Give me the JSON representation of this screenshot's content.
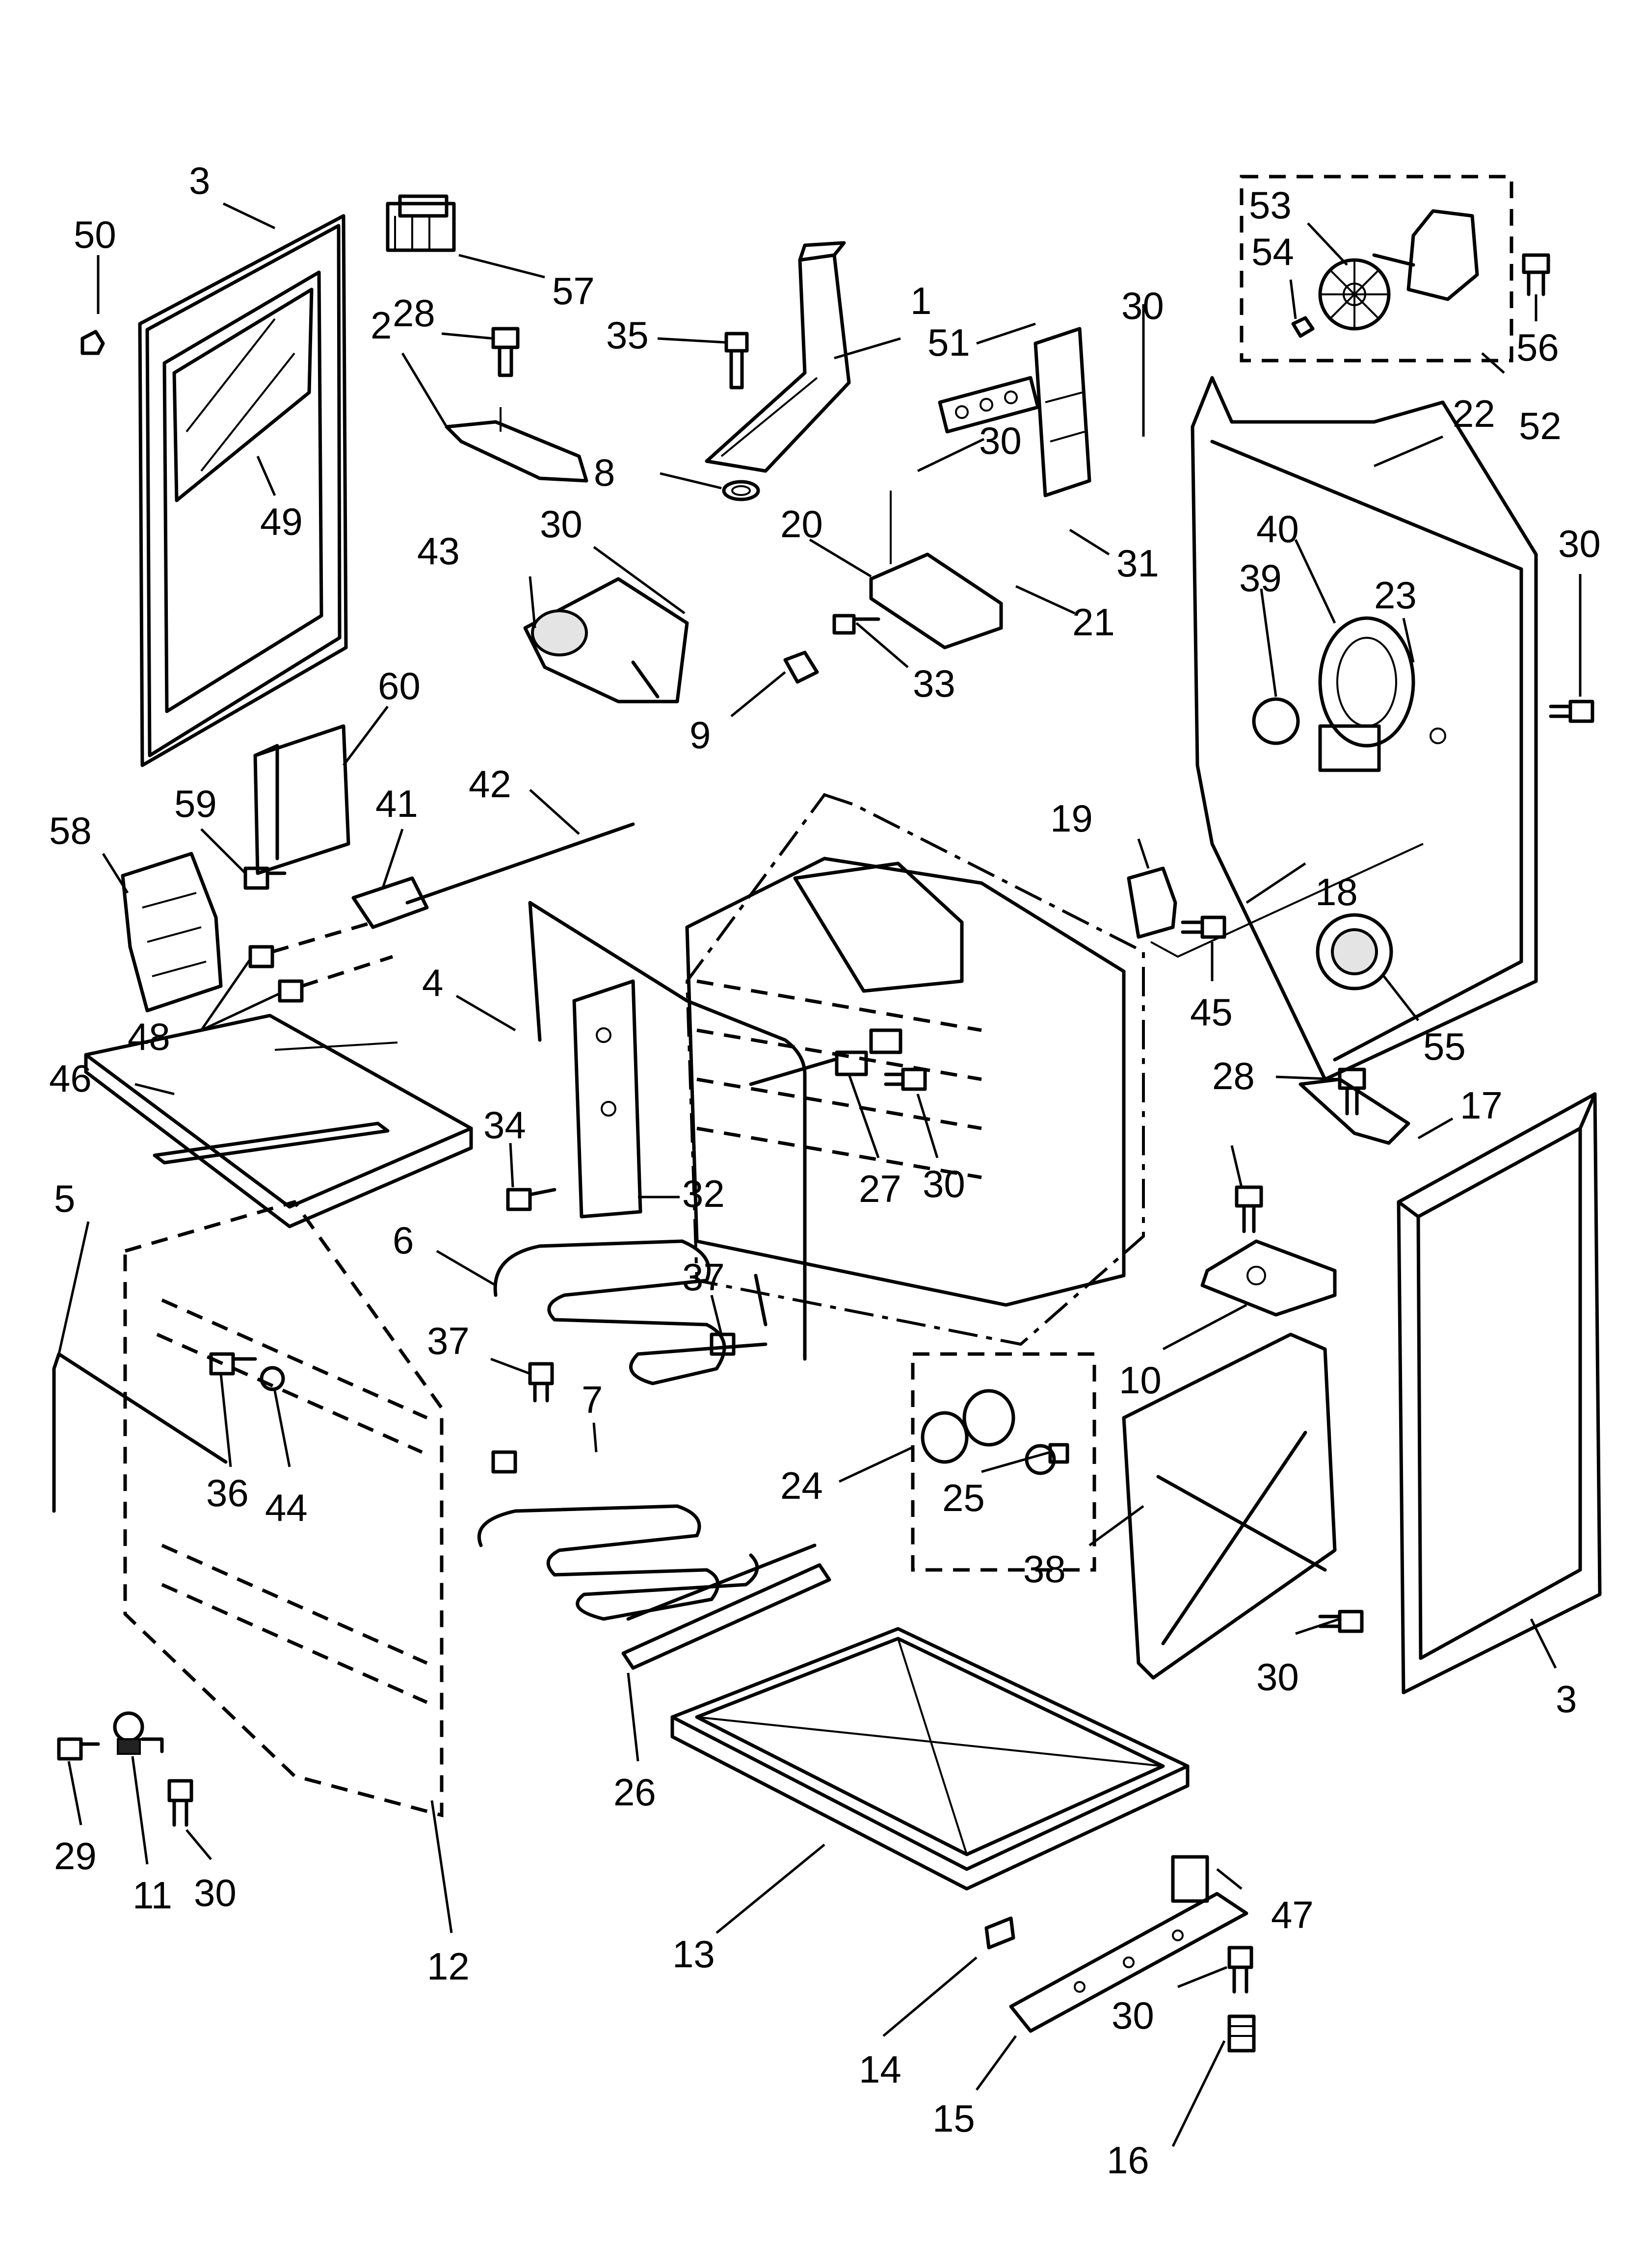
{
  "diagram": {
    "type": "exploded-parts-diagram",
    "colors": {
      "line": "#000000",
      "background": "#ffffff"
    },
    "callouts": [
      {
        "id": "c50a",
        "text": "50"
      },
      {
        "id": "c3a",
        "text": "3"
      },
      {
        "id": "c49",
        "text": "49"
      },
      {
        "id": "c57",
        "text": "57"
      },
      {
        "id": "c28a",
        "text": "28"
      },
      {
        "id": "c2",
        "text": "2"
      },
      {
        "id": "c8",
        "text": "8"
      },
      {
        "id": "c35",
        "text": "35"
      },
      {
        "id": "c1",
        "text": "1"
      },
      {
        "id": "c30a",
        "text": "30"
      },
      {
        "id": "c43",
        "text": "43"
      },
      {
        "id": "c51",
        "text": "51"
      },
      {
        "id": "c30b",
        "text": "30"
      },
      {
        "id": "c30c",
        "text": "30"
      },
      {
        "id": "c20",
        "text": "20"
      },
      {
        "id": "c31",
        "text": "31"
      },
      {
        "id": "c21",
        "text": "21"
      },
      {
        "id": "c33",
        "text": "33"
      },
      {
        "id": "c9",
        "text": "9"
      },
      {
        "id": "c53",
        "text": "53"
      },
      {
        "id": "c54",
        "text": "54"
      },
      {
        "id": "c56",
        "text": "56"
      },
      {
        "id": "c52",
        "text": "52"
      },
      {
        "id": "c22",
        "text": "22"
      },
      {
        "id": "c40",
        "text": "40"
      },
      {
        "id": "c39",
        "text": "39"
      },
      {
        "id": "c23",
        "text": "23"
      },
      {
        "id": "c30d",
        "text": "30"
      },
      {
        "id": "c60",
        "text": "60"
      },
      {
        "id": "c58",
        "text": "58"
      },
      {
        "id": "c59",
        "text": "59"
      },
      {
        "id": "c41",
        "text": "41"
      },
      {
        "id": "c42",
        "text": "42"
      },
      {
        "id": "c19",
        "text": "19"
      },
      {
        "id": "c18",
        "text": "18"
      },
      {
        "id": "c45",
        "text": "45"
      },
      {
        "id": "c55",
        "text": "55"
      },
      {
        "id": "c48",
        "text": "48"
      },
      {
        "id": "c4",
        "text": "4"
      },
      {
        "id": "c46",
        "text": "46"
      },
      {
        "id": "c34",
        "text": "34"
      },
      {
        "id": "c32",
        "text": "32"
      },
      {
        "id": "c27",
        "text": "27"
      },
      {
        "id": "c30e",
        "text": "30"
      },
      {
        "id": "c28b",
        "text": "28"
      },
      {
        "id": "c17",
        "text": "17"
      },
      {
        "id": "c5",
        "text": "5"
      },
      {
        "id": "c6",
        "text": "6"
      },
      {
        "id": "c37a",
        "text": "37"
      },
      {
        "id": "c37b",
        "text": "37"
      },
      {
        "id": "c7",
        "text": "7"
      },
      {
        "id": "c36",
        "text": "36"
      },
      {
        "id": "c44",
        "text": "44"
      },
      {
        "id": "c10",
        "text": "10"
      },
      {
        "id": "c24",
        "text": "24"
      },
      {
        "id": "c25",
        "text": "25"
      },
      {
        "id": "c38",
        "text": "38"
      },
      {
        "id": "c30f",
        "text": "30"
      },
      {
        "id": "c3b",
        "text": "3"
      },
      {
        "id": "c26",
        "text": "26"
      },
      {
        "id": "c29",
        "text": "29"
      },
      {
        "id": "c11",
        "text": "11"
      },
      {
        "id": "c30g",
        "text": "30"
      },
      {
        "id": "c12",
        "text": "12"
      },
      {
        "id": "c13",
        "text": "13"
      },
      {
        "id": "c47",
        "text": "47"
      },
      {
        "id": "c14",
        "text": "14"
      },
      {
        "id": "c30h",
        "text": "30"
      },
      {
        "id": "c15",
        "text": "15"
      },
      {
        "id": "c16",
        "text": "16"
      }
    ]
  }
}
